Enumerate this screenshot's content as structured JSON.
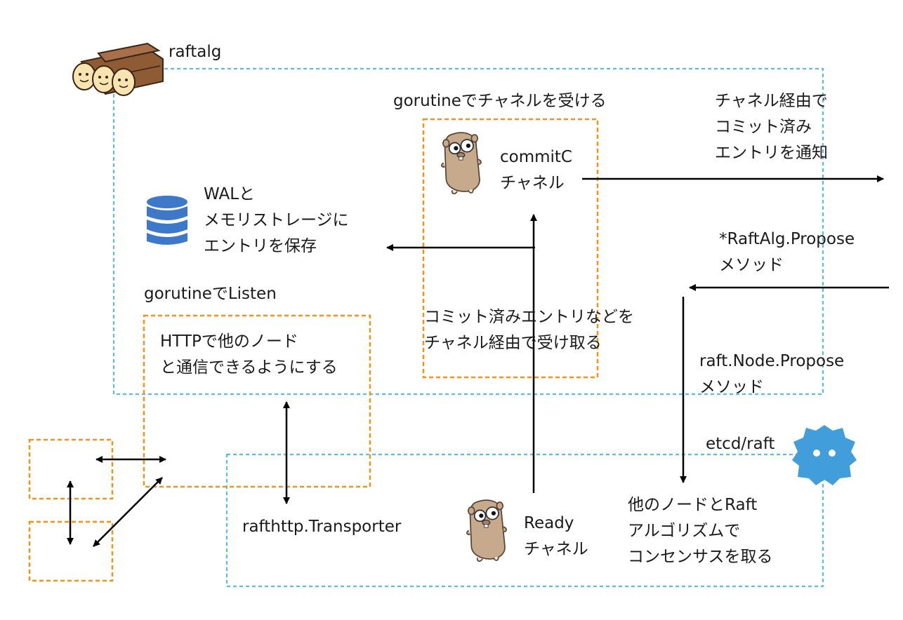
{
  "labels": {
    "raftalg": "raftalg",
    "goroutine_channel": "gorutineでチャネルを受ける",
    "channel_notify": [
      "チャネル経由で",
      "コミット済み",
      "エントリを通知"
    ],
    "wal": [
      "WALと",
      "メモリストレージに",
      "エントリを保存"
    ],
    "commitc": [
      "commitC",
      "チャネル"
    ],
    "propose": [
      "*RaftAlg.Propose",
      "メソッド"
    ],
    "goroutine_listen": "gorutineでListen",
    "receive_committed": [
      "コミット済みエントリなどを",
      "チャネル経由で受け取る"
    ],
    "http": [
      "HTTPで他のノード",
      "と通信できるようにする"
    ],
    "node_propose": [
      "raft.Node.Propose",
      "メソッド"
    ],
    "etcd_raft": "etcd/raft",
    "transporter": "rafthttp.Transporter",
    "ready": [
      "Ready",
      "チャネル"
    ],
    "consensus": [
      "他のノードとRaft",
      "アルゴリズムで",
      "コンセンサスを取る"
    ]
  },
  "icons": {
    "logs": "raft-logs-icon",
    "database": "database-icon",
    "gopher": "gopher-icon",
    "etcd": "etcd-icon"
  },
  "colors": {
    "blue_dashed": "#5bbde6",
    "orange_dashed": "#f0951c",
    "arrow": "#000000",
    "database": "#3d78c9",
    "etcd": "#419eda",
    "gopher": "#c7a98c"
  }
}
